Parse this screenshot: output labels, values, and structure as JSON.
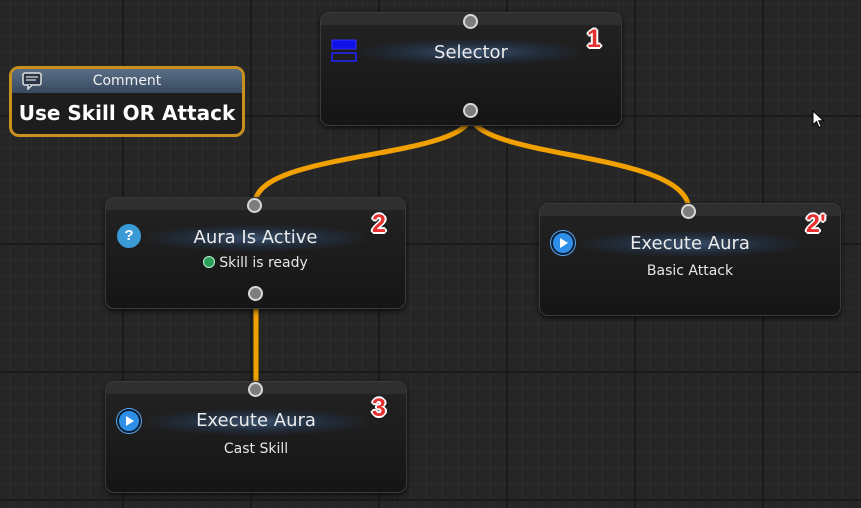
{
  "comment": {
    "header": "Comment",
    "text": "Use Skill OR Attack",
    "icon": "comment-bubble-icon"
  },
  "nodes": {
    "selector": {
      "title": "Selector",
      "number": "1",
      "icon": "selector-icon"
    },
    "aura_is_active": {
      "title": "Aura Is Active",
      "subtitle": "Skill is ready",
      "number": "2",
      "icon": "question-icon",
      "status_color": "#2aa05a"
    },
    "execute_basic": {
      "title": "Execute Aura",
      "subtitle": "Basic Attack",
      "number": "2'",
      "icon": "play-icon"
    },
    "execute_skill": {
      "title": "Execute Aura",
      "subtitle": "Cast Skill",
      "number": "3",
      "icon": "play-icon"
    }
  },
  "colors": {
    "wire": "#f0a000",
    "comment_border": "#c8901c",
    "number_marker": "#e63030",
    "action_icon": "#2f8fe8"
  }
}
